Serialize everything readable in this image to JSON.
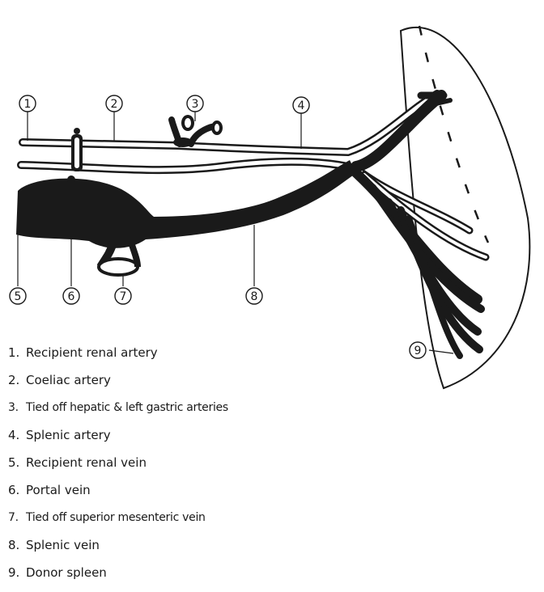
{
  "callouts": [
    {
      "number": "1"
    },
    {
      "number": "2"
    },
    {
      "number": "3"
    },
    {
      "number": "4"
    },
    {
      "number": "5"
    },
    {
      "number": "6"
    },
    {
      "number": "7"
    },
    {
      "number": "8"
    },
    {
      "number": "9"
    }
  ],
  "legend": [
    {
      "number": "1.",
      "label": "Recipient renal artery"
    },
    {
      "number": "2.",
      "label": "Coeliac artery"
    },
    {
      "number": "3.",
      "label": "Tied off hepatic & left gastric arteries"
    },
    {
      "number": "4.",
      "label": "Splenic artery"
    },
    {
      "number": "5.",
      "label": "Recipient renal vein"
    },
    {
      "number": "6.",
      "label": "Portal vein"
    },
    {
      "number": "7.",
      "label": "Tied off superior mesenteric vein"
    },
    {
      "number": "8.",
      "label": "Splenic vein"
    },
    {
      "number": "9.",
      "label": "Donor spleen"
    }
  ]
}
